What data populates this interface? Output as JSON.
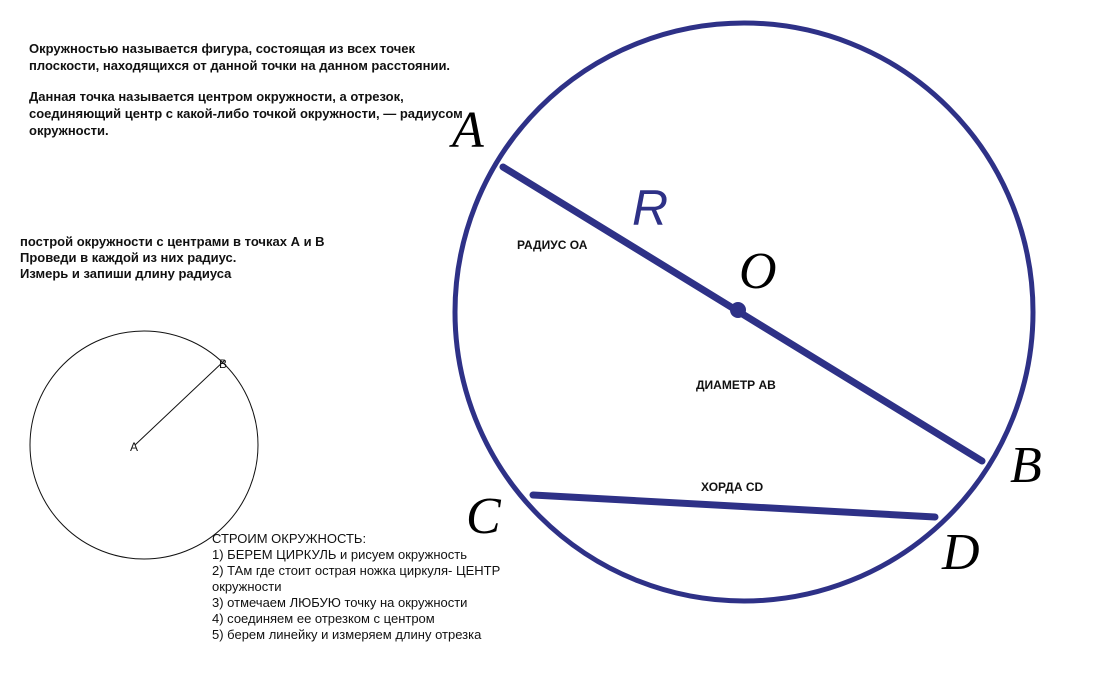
{
  "definition": {
    "line1": "Окружностью называется фигура, состоящая из всех точек",
    "line2": "плоскости, находящихся от данной точки на данном расстоянии.",
    "line3": "Данная точка называется центром окружности, а отрезок,",
    "line4": "соединяющий центр с какой-либо точкой окружности, — радиусом",
    "line5": "окружности."
  },
  "task": {
    "line1": "построй окружности с центрами в точках А и В",
    "line2": "Проведи в каждой из них радиус.",
    "line3": "Измерь и запиши длину радиуса"
  },
  "small_circle": {
    "center_label": "А",
    "point_label": "В"
  },
  "steps": {
    "line1": "СТРОИМ ОКРУЖНОСТЬ:",
    "line2": "1) БЕРЕМ ЦИРКУЛЬ и рисуем окружность",
    "line3": "2) ТАм где стоит острая ножка циркуля- ЦЕНТР",
    "line4": "окружности",
    "line5": "3) отмечаем ЛЮБУЮ точку на окружности",
    "line6": "4) соединяем ее отрезком с центром",
    "line7": "5) берем линейку и измеряем длину отрезка"
  },
  "big_circle": {
    "point_a": "A",
    "point_b": "B",
    "point_c": "C",
    "point_d": "D",
    "center": "O",
    "radius_symbol": "R",
    "radius_label": "РАДИУС ОА",
    "diameter_label": "ДИАМЕТР АВ",
    "chord_label": "ХОРДА  CD",
    "color": "#2e3187"
  }
}
